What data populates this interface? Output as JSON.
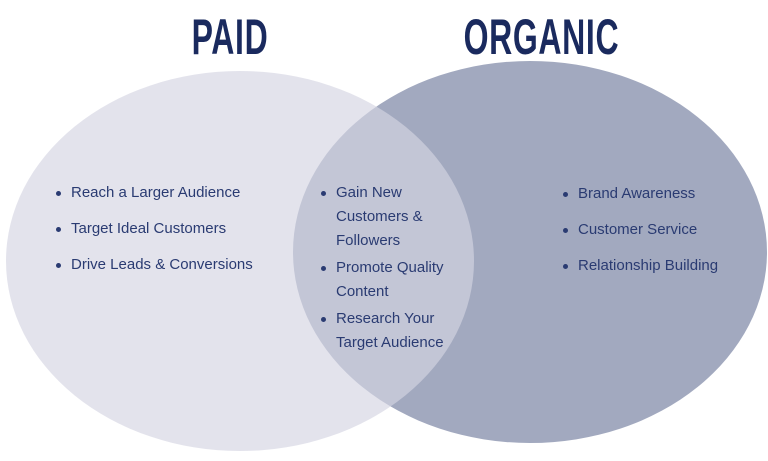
{
  "diagram": {
    "type": "venn",
    "left": {
      "title": "PAID",
      "items": [
        "Reach a Larger Audience",
        "Target Ideal Customers",
        "Drive Leads & Conversions"
      ]
    },
    "overlap": {
      "items": [
        "Gain New Customers & Followers",
        "Promote Quality Content",
        "Research Your Target Audience"
      ]
    },
    "right": {
      "title": "ORGANIC",
      "items": [
        "Brand Awareness",
        "Customer Service",
        "Relationship Building"
      ]
    },
    "colors": {
      "left_circle": "#e2e3ec",
      "left_circle_fill": "#d4d5e2",
      "left_circle_opacity": "0.66",
      "right_circle": "#a2a9bf",
      "overlap_observed": "#c2c6d5",
      "title_text": "#1a2a5e",
      "body_text": "#2a3b72",
      "background": "#ffffff"
    }
  }
}
